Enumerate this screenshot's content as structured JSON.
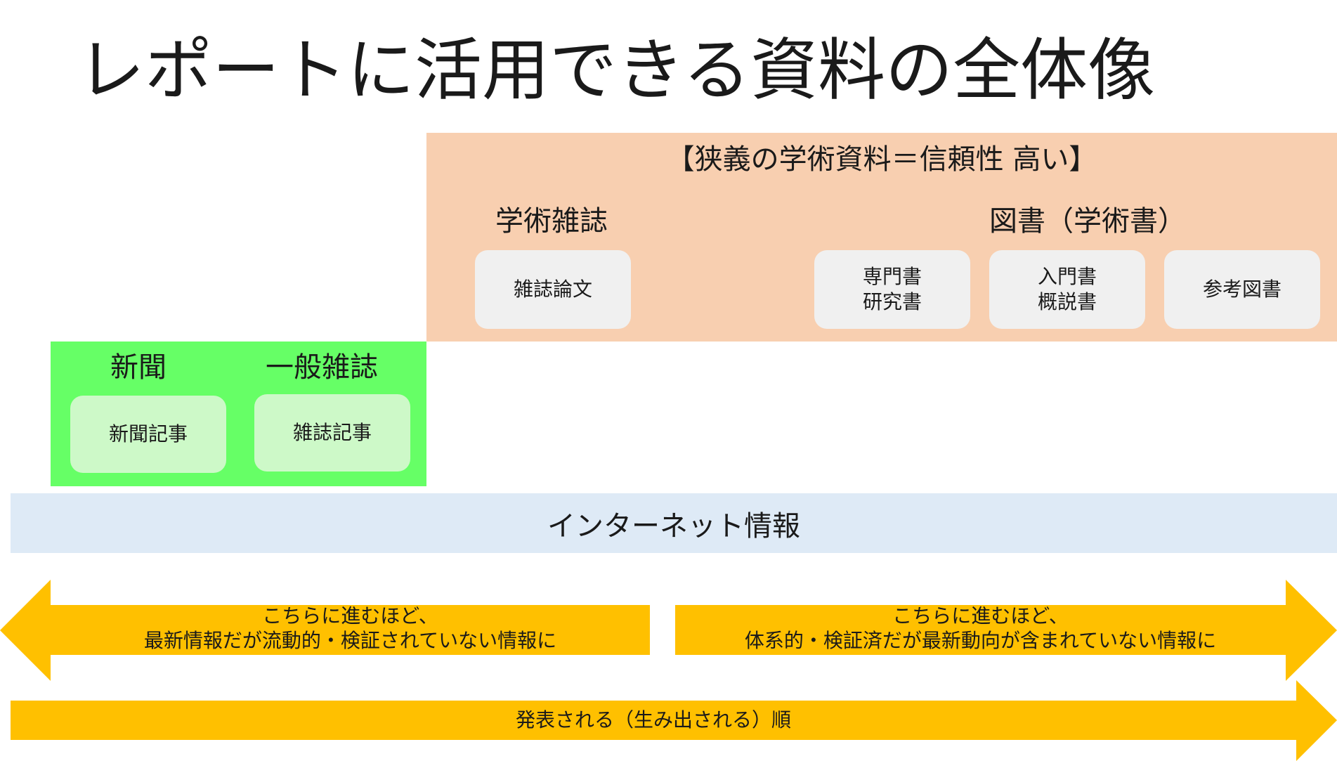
{
  "title": "レポートに活用できる資料の全体像",
  "academic": {
    "heading": "【狭義の学術資料＝信頼性 高い】",
    "journals_label": "学術雑誌",
    "books_label": "図書（学術書）",
    "cards": {
      "journal_article": "雑誌論文",
      "specialized": "専門書\n研究書",
      "introductory": "入門書\n概説書",
      "reference": "参考図書"
    }
  },
  "news": {
    "newspaper_label": "新聞",
    "magazine_label": "一般雑誌",
    "cards": {
      "newspaper_article": "新聞記事",
      "magazine_article": "雑誌記事"
    }
  },
  "internet": {
    "label": "インターネット情報"
  },
  "arrows": {
    "left_text": "こちらに進むほど、\n最新情報だが流動的・検証されていない情報に",
    "right_text": "こちらに進むほど、\n体系的・検証済だが最新動向が含まれていない情報に",
    "bottom_text": "発表される（生み出される）順"
  },
  "colors": {
    "academic_bg": "#f8cfb0",
    "news_bg": "#66ff66",
    "internet_bg": "#deeaf6",
    "arrow": "#ffc000"
  }
}
